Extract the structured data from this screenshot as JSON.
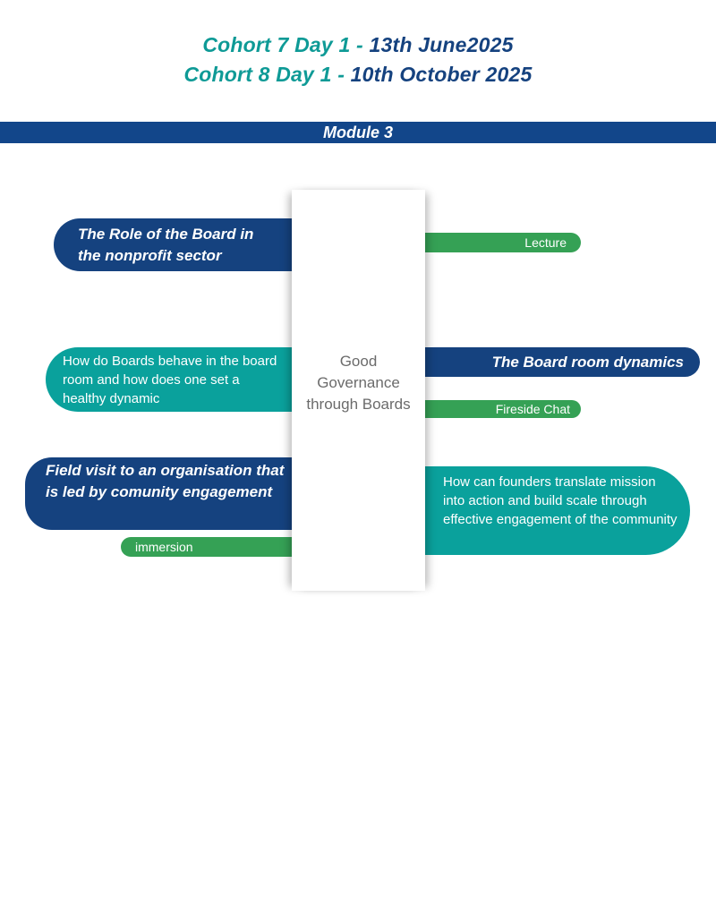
{
  "header": {
    "line1_label": "Cohort 7 Day 1 - ",
    "line1_date": "13th June2025",
    "line2_label": "Cohort 8 Day 1 - ",
    "line2_date": "10th October 2025"
  },
  "module": {
    "title": "Module 3"
  },
  "center": {
    "title": "Good\nGovernance\nthrough Boards"
  },
  "sessions": {
    "s1_title": "The Role of the Board in the nonprofit sector",
    "s1_format": "Lecture",
    "s2_desc": "How do Boards behave in the board room and how does one set a healthy dynamic",
    "s2_title": "The Board room dynamics",
    "s2_format": "Fireside Chat",
    "s3_title": "Field visit to an organisation that is led by comunity engagement",
    "s3_format": "immersion",
    "s3_desc": "How can founders translate mission into action and build scale through effective engagement of the community"
  },
  "colors": {
    "navy": "#15427f",
    "teal": "#0aa19c",
    "green": "#35a155",
    "module_bar": "#12468a"
  }
}
